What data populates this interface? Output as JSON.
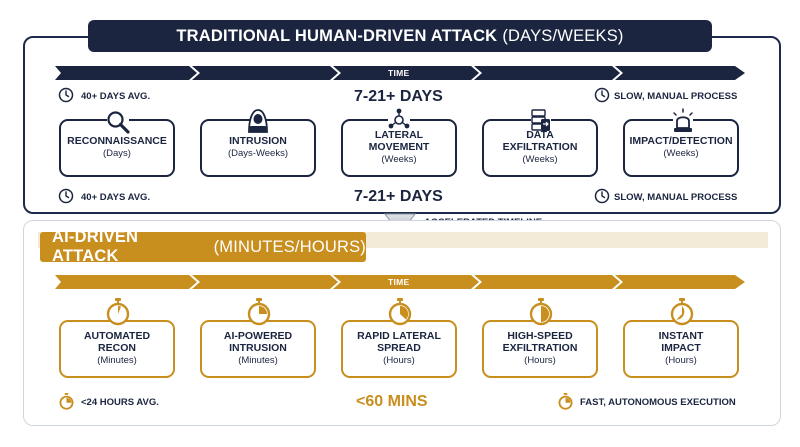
{
  "traditional": {
    "title_bold": "TRADITIONAL HUMAN-DRIVEN ATTACK",
    "title_light": "(DAYS/WEEKS)",
    "time_label": "TIME",
    "avg_top": "40+ DAYS AVG.",
    "avg_bottom": "40+ DAYS AVG.",
    "duration_top": "7-21+ DAYS",
    "duration_bottom": "7-21+ DAYS",
    "process_top": "SLOW, MANUAL PROCESS",
    "process_bottom": "SLOW, MANUAL PROCESS",
    "stages": [
      {
        "name": "RECONNAISSANCE",
        "sub": "(Days)",
        "icon": "magnifier-icon"
      },
      {
        "name": "INTRUSION",
        "sub": "(Days-Weeks)",
        "icon": "hooded-hacker-icon"
      },
      {
        "name": "LATERAL\nMOVEMENT",
        "sub": "(Weeks)",
        "icon": "network-nodes-icon"
      },
      {
        "name": "DATA\nEXFILTRATION",
        "sub": "(Weeks)",
        "icon": "server-data-icon"
      },
      {
        "name": "IMPACT/DETECTION",
        "sub": "(Weeks)",
        "icon": "alarm-siren-icon"
      }
    ]
  },
  "transition": {
    "label": "ACCELERATED TIMELINE"
  },
  "ai": {
    "title_bold": "AI-DRIVEN ATTACK",
    "title_light": "(MINUTES/HOURS)",
    "time_label": "TIME",
    "avg": "<24 HOURS AVG.",
    "duration": "<60 MINS",
    "process": "FAST, AUTONOMOUS EXECUTION",
    "stages": [
      {
        "name": "AUTOMATED\nRECON",
        "sub": "(Minutes)",
        "icon": "stopwatch-icon"
      },
      {
        "name": "AI-POWERED\nINTRUSION",
        "sub": "(Minutes)",
        "icon": "stopwatch-icon"
      },
      {
        "name": "RAPID LATERAL\nSPREAD",
        "sub": "(Hours)",
        "icon": "stopwatch-icon"
      },
      {
        "name": "HIGH-SPEED\nEXFILTRATION",
        "sub": "(Hours)",
        "icon": "stopwatch-icon"
      },
      {
        "name": "INSTANT\nIMPACT",
        "sub": "(Hours)",
        "icon": "stopwatch-icon"
      }
    ]
  },
  "colors": {
    "navy": "#1b2540",
    "gold": "#c88e1e",
    "gold_light": "#e0b049",
    "band": "#f4ead8"
  }
}
